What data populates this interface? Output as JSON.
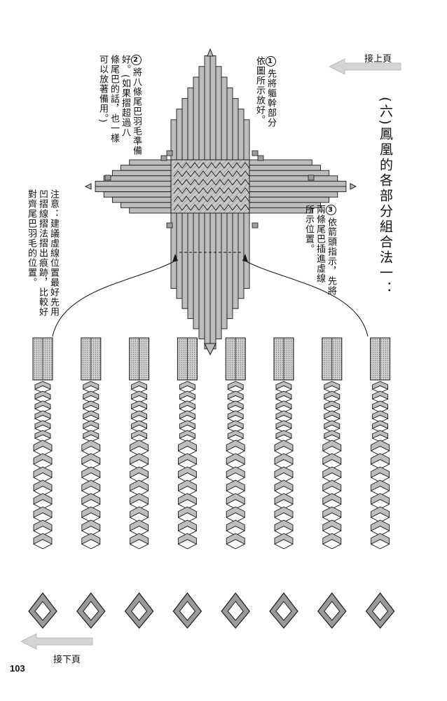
{
  "nav": {
    "prev_label": "接上頁",
    "next_label": "接下頁"
  },
  "page_number": "103",
  "section_title": "(六)鳳凰的各部分組合法一：",
  "steps": [
    {
      "num": "1",
      "lines": [
        "先將軀幹部分",
        "依圖所示放好。"
      ]
    },
    {
      "num": "2",
      "lines": [
        "將八條尾巴羽毛準備",
        "好。(如果摺超過八",
        "條尾巴的話，也一樣",
        "可以放著備用。)"
      ]
    },
    {
      "num": "3",
      "lines": [
        "依箭頭指示，先將",
        "兩條尾巴插進虛線",
        "所示位置。"
      ]
    }
  ],
  "note": {
    "lines": [
      "注意：建議虛線位置最好先用",
      "凹摺線摺法摺出痕跡，比較好",
      "對齊尾巴羽毛的位置。"
    ]
  },
  "diagram": {
    "tail_count": 8
  },
  "colors": {
    "fill": "#bdbdbd",
    "stroke": "#1a1a1a",
    "arrow": "#d0d0d0"
  }
}
